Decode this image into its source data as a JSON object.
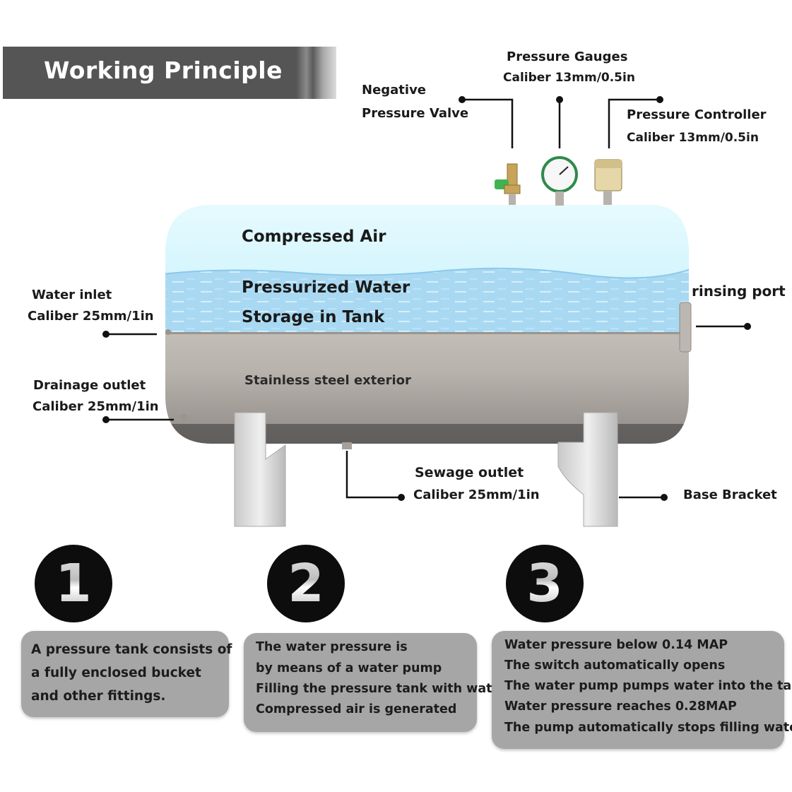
{
  "title": "Working Principle",
  "labels": {
    "negative_valve_1": "Negative",
    "negative_valve_2": "Pressure Valve",
    "gauges_title": "Pressure Gauges",
    "gauges_caliber": "Caliber 13mm/0.5in",
    "controller_title": "Pressure Controller",
    "controller_caliber": "Caliber 13mm/0.5in",
    "water_inlet_title": "Water inlet",
    "water_inlet_caliber": "Caliber 25mm/1in",
    "drainage_title": "Drainage outlet",
    "drainage_caliber": "Caliber 25mm/1in",
    "rinsing_port": "rinsing port",
    "sewage_title": "Sewage outlet",
    "sewage_caliber": "Caliber 25mm/1in",
    "base_bracket": "Base Bracket"
  },
  "tank": {
    "air": "Compressed Air",
    "water_1": "Pressurized Water",
    "water_2": "Storage in Tank",
    "exterior": "Stainless steel exterior"
  },
  "steps": [
    {
      "number": "1",
      "lines": [
        "A pressure tank consists of",
        "a fully enclosed bucket",
        "and other fittings."
      ]
    },
    {
      "number": "2",
      "lines": [
        "The water pressure is",
        "by means of a water pump",
        "Filling the pressure tank with water",
        "Compressed air is generated"
      ]
    },
    {
      "number": "3",
      "lines": [
        "Water pressure below 0.14 MAP",
        "The switch automatically opens",
        "The water pump pumps water into the tank.",
        "Water pressure reaches 0.28MAP",
        "The pump automatically stops filling water."
      ]
    }
  ]
}
